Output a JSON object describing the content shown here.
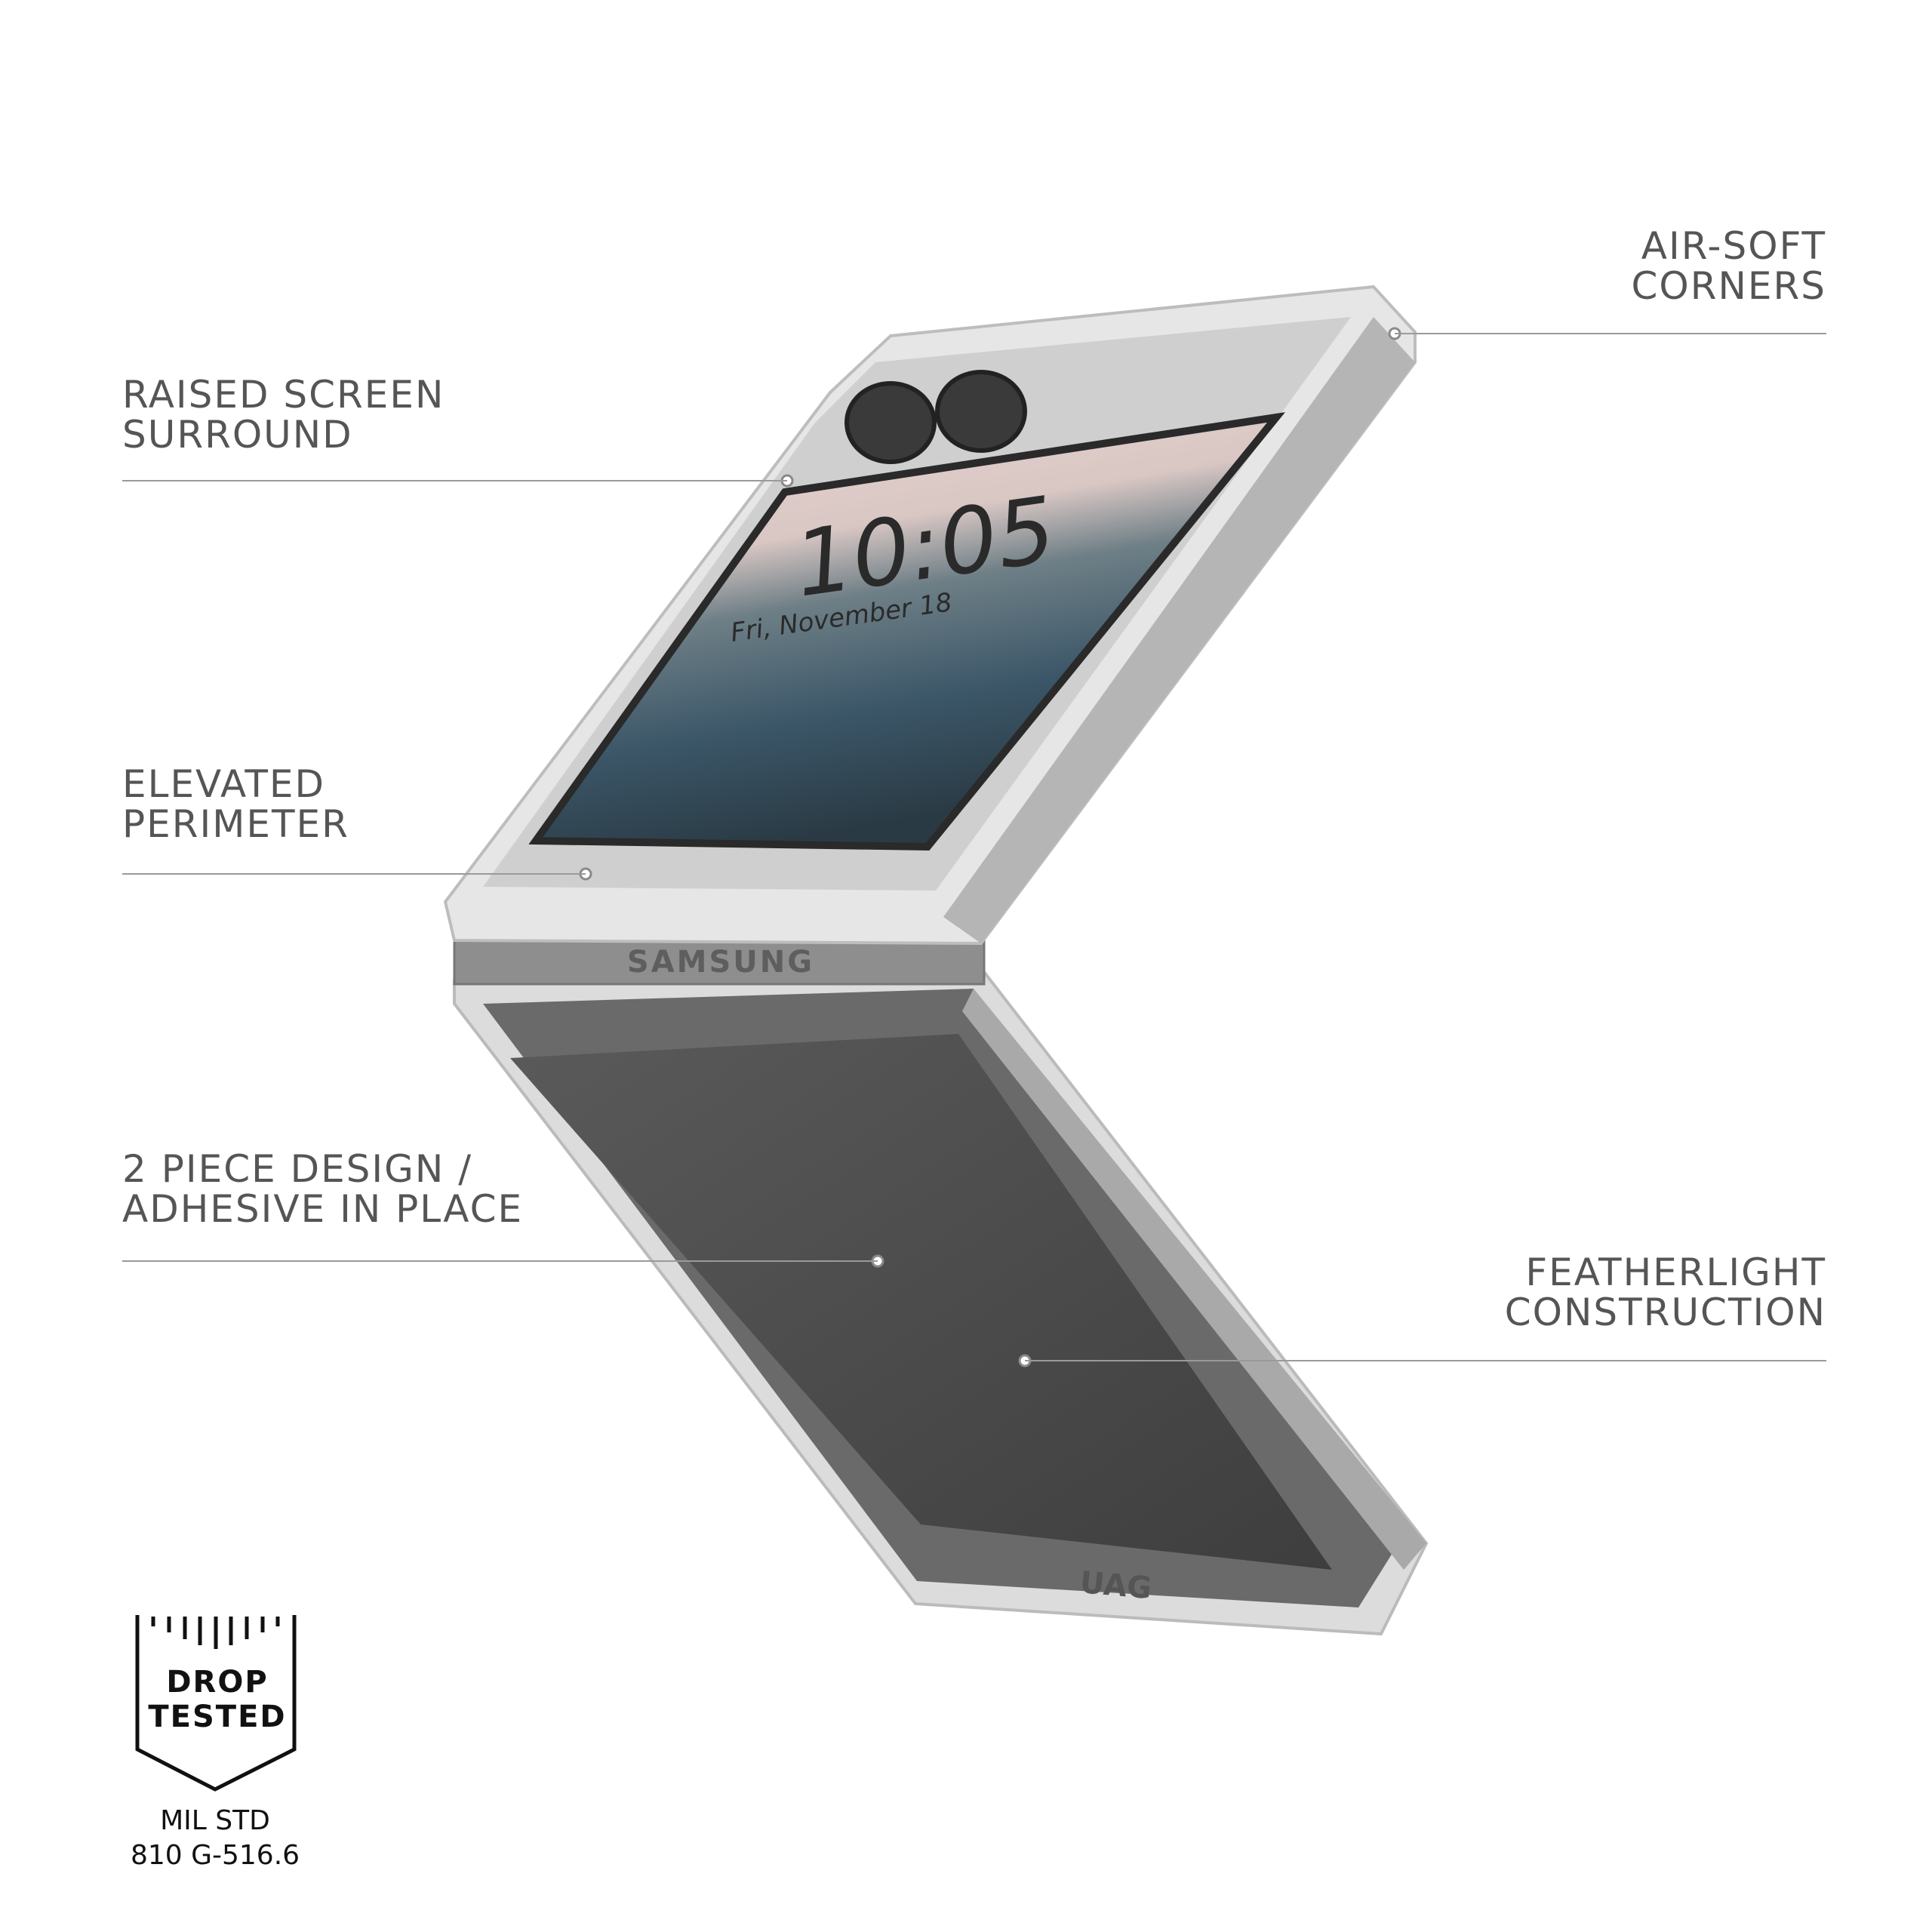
{
  "features": {
    "air_soft": {
      "line1": "AIR-SOFT",
      "line2": "CORNERS"
    },
    "raised_screen": {
      "line1": "RAISED SCREEN",
      "line2": "SURROUND"
    },
    "elevated": {
      "line1": "ELEVATED",
      "line2": "PERIMETER"
    },
    "two_piece": {
      "line1": "2 PIECE DESIGN /",
      "line2": "ADHESIVE IN PLACE"
    },
    "featherlight": {
      "line1": "FEATHERLIGHT",
      "line2": "CONSTRUCTION"
    }
  },
  "phone": {
    "time": "10:05",
    "date": "Fri, November 18",
    "hinge_brand": "SAMSUNG",
    "case_brand": "UAG"
  },
  "badge": {
    "line1": "DROP",
    "line2": "TESTED",
    "mil1": "MIL STD",
    "mil2": "810 G-516.6"
  },
  "colors": {
    "label": "#555555",
    "leader_line": "#9a9a9a",
    "badge": "#111111"
  }
}
